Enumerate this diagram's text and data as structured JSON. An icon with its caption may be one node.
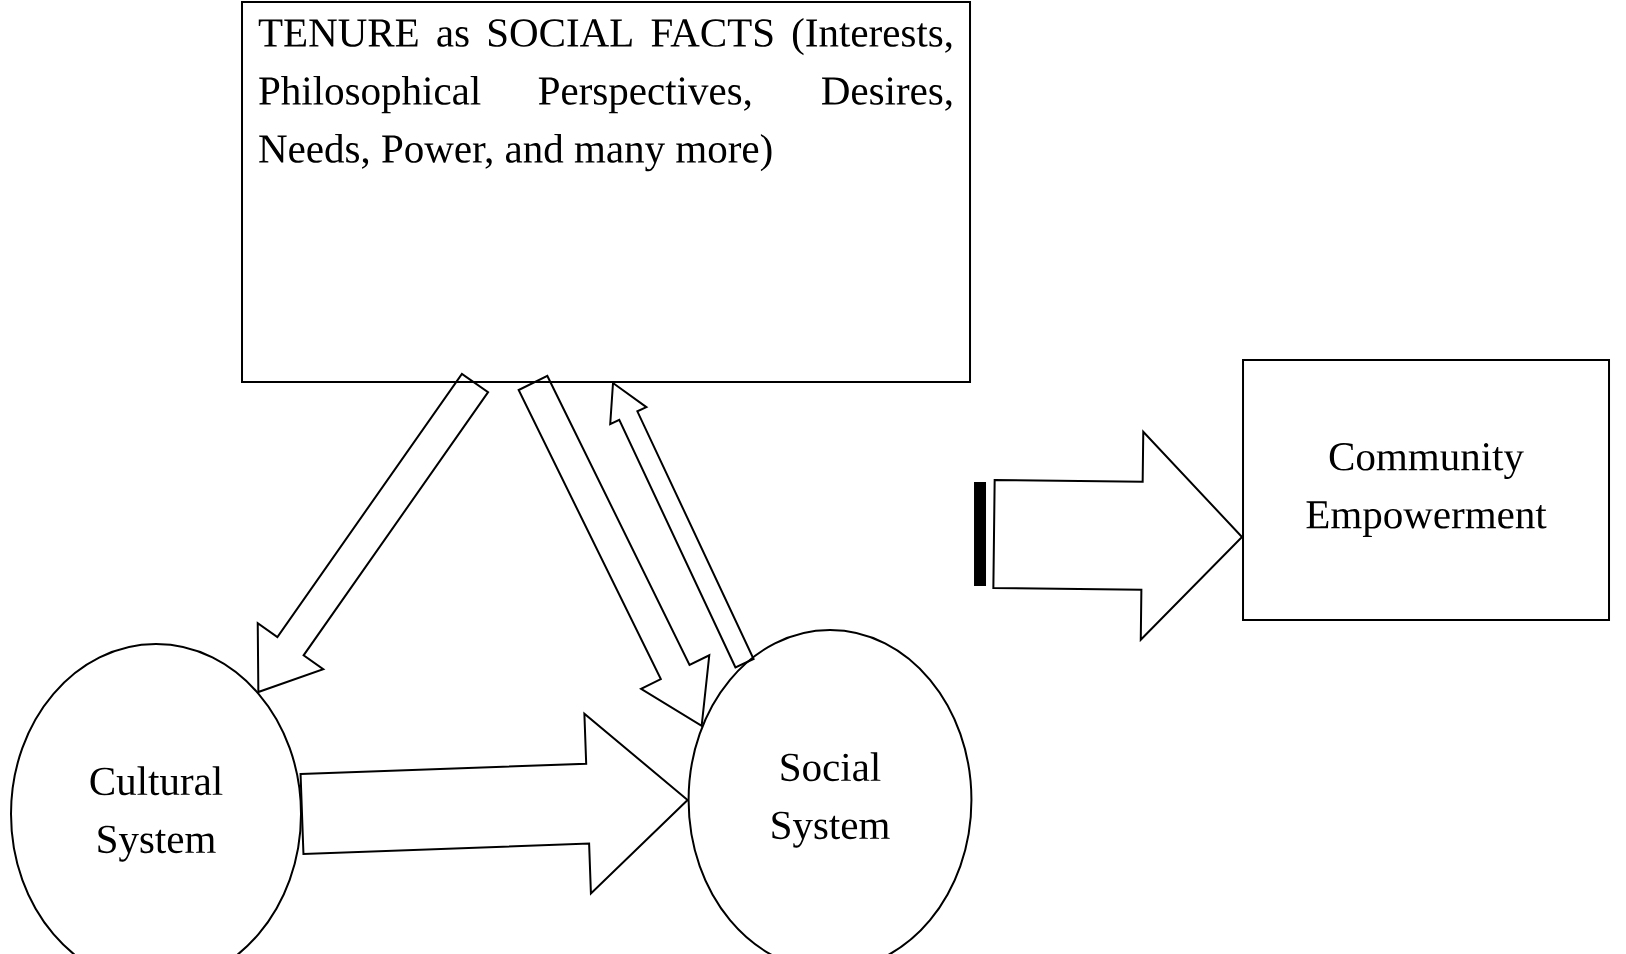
{
  "diagram": {
    "nodes": [
      {
        "text": [
          "TENURE as SOCIAL FACTS (Interests, Philosophical Perspectives, Desires, Needs, Power, and many more)"
        ]
      },
      {
        "text": [
          "Community Empowerment"
        ]
      },
      {
        "text": [
          "Cultural System"
        ]
      },
      {
        "text": [
          "Social System"
        ]
      }
    ],
    "edges": [
      {
        "from": 0,
        "to": 2,
        "arrow": "to"
      },
      {
        "from": 0,
        "to": 3,
        "arrow": "to"
      },
      {
        "from": 3,
        "to": 0,
        "arrow": "to"
      },
      {
        "from": 2,
        "to": 3,
        "arrow": "to"
      },
      {
        "from": null,
        "to": 1,
        "arrow": "to"
      }
    ]
  }
}
